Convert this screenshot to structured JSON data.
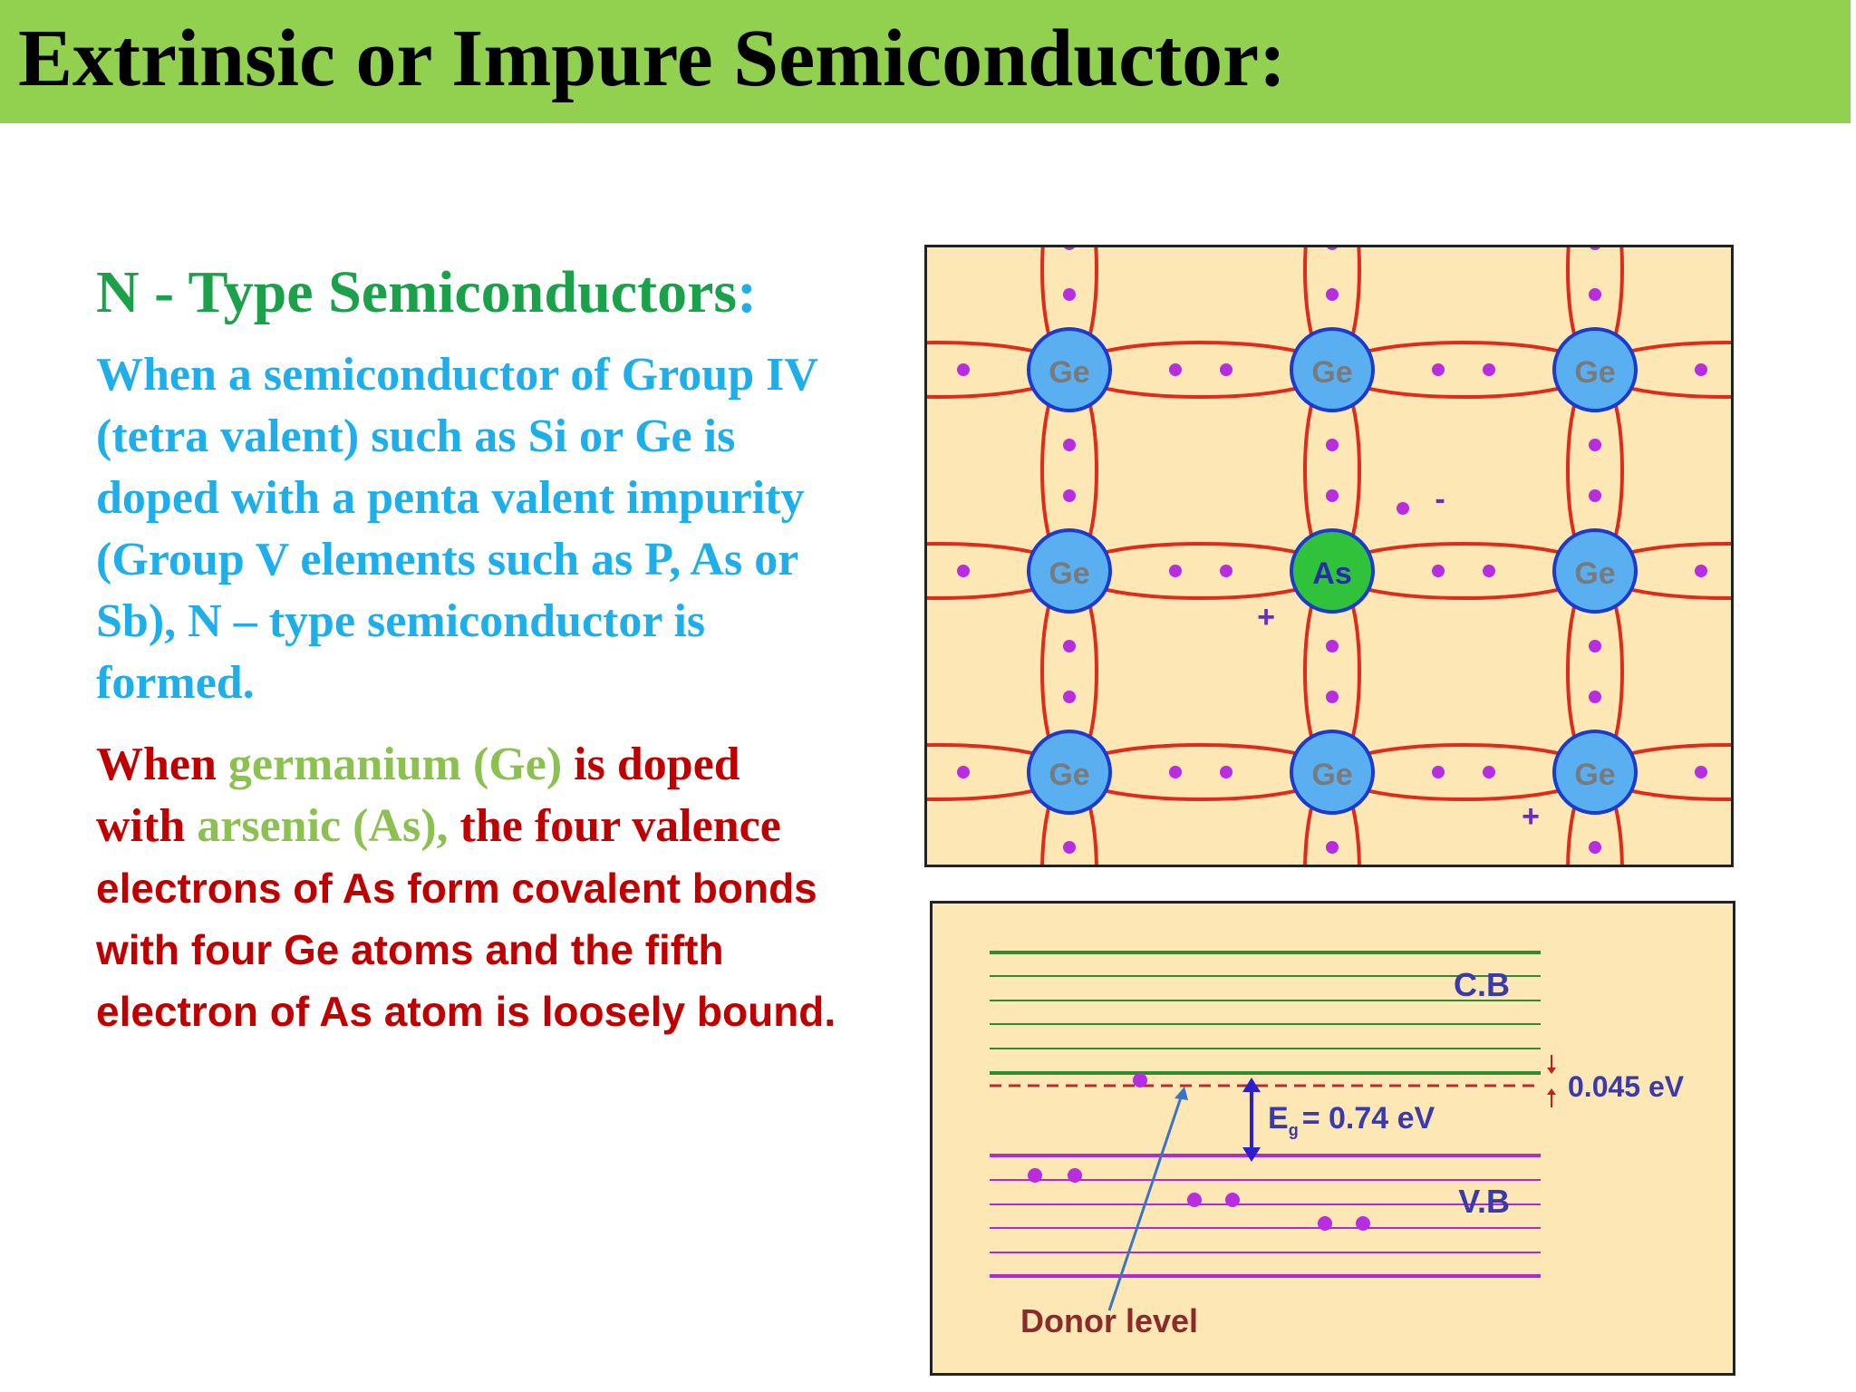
{
  "title": "Extrinsic or Impure Semiconductor:",
  "heading": {
    "main": "N - Type Semiconductors",
    "colon": ":"
  },
  "paragraph1": {
    "lines": [
      "When a semiconductor of Group IV",
      "(tetra valent) such as Si or Ge is",
      "doped with a penta valent impurity",
      "(Group V elements such as P, As or",
      "Sb), N – type semiconductor is",
      "formed."
    ]
  },
  "paragraph2": {
    "line1": {
      "a": "When ",
      "b": "germanium (Ge)",
      "c": " is doped"
    },
    "line2": {
      "a": "with ",
      "b": "arsenic (As),",
      "c": " the four valence"
    },
    "line3": "electrons of As form covalent bonds",
    "line4": "with four Ge atoms and the fifth",
    "line5": "electron of As atom is loosely bound."
  },
  "lattice": {
    "ge_label": "Ge",
    "as_label": "As",
    "plus": "+",
    "minus": "-"
  },
  "band_diagram": {
    "cb_label": "C.B",
    "vb_label": "V.B",
    "gap_energy_main": "E",
    "gap_energy_sub": "g",
    "gap_energy_value": "= 0.74 eV",
    "donor_gap": "0.045  eV",
    "donor_label": "Donor level"
  },
  "colors": {
    "title_bar": "#92d050",
    "heading_green": "#1aa14a",
    "paragraph_blue": "#1eaeea",
    "paragraph_red": "#c00000",
    "element_green": "#8cc152",
    "lattice_bg": "#fde7b5",
    "bond_red": "#e02a1a",
    "ge_blue": "#5aaff0",
    "as_green": "#2fc23a",
    "electron_purple": "#b82de0",
    "cb_green": "#2e8b2e",
    "vb_purple": "#b02cd0"
  }
}
